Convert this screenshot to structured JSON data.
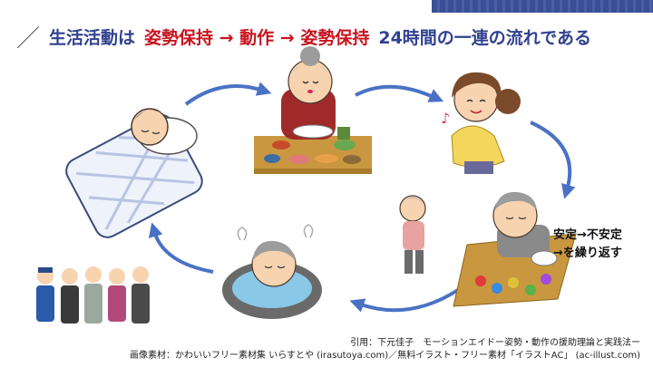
{
  "title": {
    "part1": "生活活動は",
    "part2": "姿勢保持 → 動作 → 姿勢保持",
    "part3": "24時間の一連の流れである"
  },
  "note": {
    "line1": "安定→不安定",
    "line2": "→を繰り返す"
  },
  "citation": {
    "line1": "引用：下元佳子　モーションエイドー姿勢・動作の援助理論と実践法ー",
    "line2": "画像素材：かわいいフリー素材集 いらすとや (irasutoya.com)／無料イラスト・フリー素材「イラストAC」 (ac-illust.com)"
  },
  "colors": {
    "accent_blue": "#31418f",
    "accent_red": "#c8141e",
    "arrow_blue": "#4a72c4"
  }
}
